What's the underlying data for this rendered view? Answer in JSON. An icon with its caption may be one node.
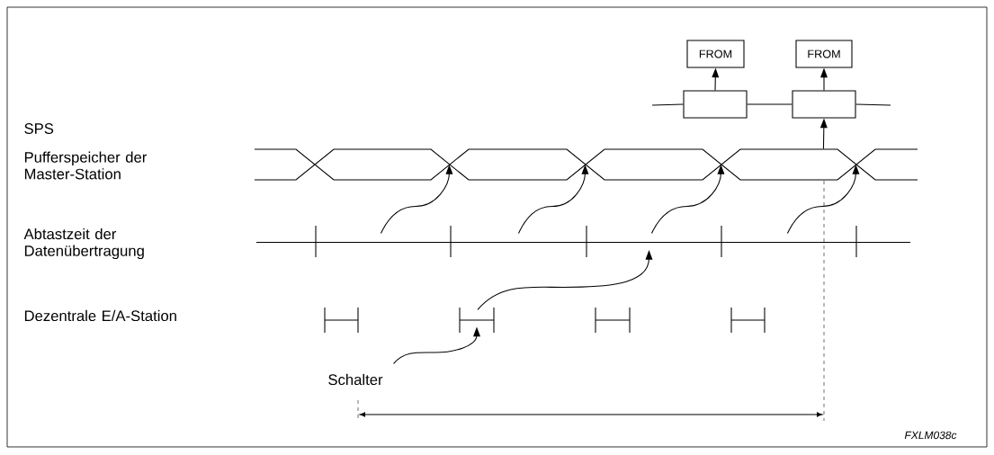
{
  "diagram": {
    "nodes": [
      {
        "text": [
          "FROM"
        ]
      },
      {
        "text": [
          "FROM"
        ]
      },
      {
        "text": [],
        "shape": "box"
      },
      {
        "text": [],
        "shape": "box"
      },
      {
        "text": [],
        "shape": "band"
      },
      {
        "text": [],
        "shape": "line"
      },
      {
        "text": [],
        "shape": "bar"
      },
      {
        "text": [],
        "shape": "bar"
      },
      {
        "text": [],
        "shape": "bar"
      },
      {
        "text": [],
        "shape": "bar"
      },
      {
        "text": [
          "Schalter"
        ]
      }
    ],
    "edges": [
      {
        "from": 2,
        "to": 0,
        "arrow": "to"
      },
      {
        "from": 3,
        "to": 1,
        "arrow": "to"
      },
      {
        "from": 2,
        "to": 3,
        "arrow": "none"
      },
      {
        "from": null,
        "to": 2,
        "arrow": "none"
      },
      {
        "from": 3,
        "to": null,
        "arrow": "none"
      },
      {
        "from": 4,
        "to": 3,
        "arrow": "to"
      },
      {
        "from": 5,
        "to": 4,
        "arrow": "to"
      },
      {
        "from": 5,
        "to": 4,
        "arrow": "to"
      },
      {
        "from": 5,
        "to": 4,
        "arrow": "to"
      },
      {
        "from": 5,
        "to": 4,
        "arrow": "to"
      },
      {
        "from": 7,
        "to": 5,
        "arrow": "to"
      },
      {
        "from": 10,
        "to": 7,
        "arrow": "to"
      }
    ],
    "labels": [
      "SPS",
      "Pufferspeicher der Master-Station",
      "Abtastzeit der Datenübertragung",
      "Dezentrale E/A-Station",
      "FXLM038c"
    ]
  }
}
